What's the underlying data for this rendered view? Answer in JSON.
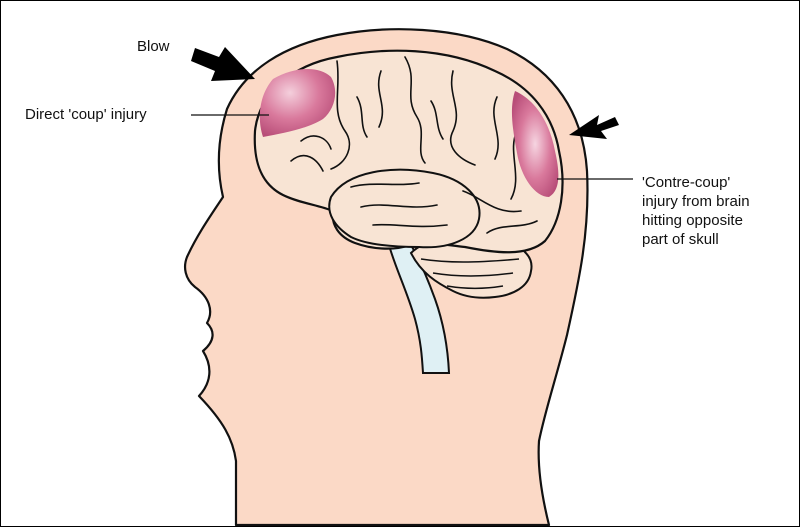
{
  "labels": {
    "blow": "Blow",
    "coup": "Direct 'coup' injury",
    "contre_coup": [
      "'Contre-coup'",
      "injury from brain",
      "hitting opposite",
      "part of skull"
    ]
  },
  "colors": {
    "skin": "#fbd9c6",
    "brain": "#f8e4d4",
    "outline": "#111111",
    "injury": "#c55b84",
    "injury_highlight": "#f2c7d6",
    "spinal_cord": "#dff0f4",
    "arrow": "#000000"
  },
  "icons": {
    "blow_arrow": "arrow-icon",
    "contre_arrow": "arrow-icon"
  }
}
